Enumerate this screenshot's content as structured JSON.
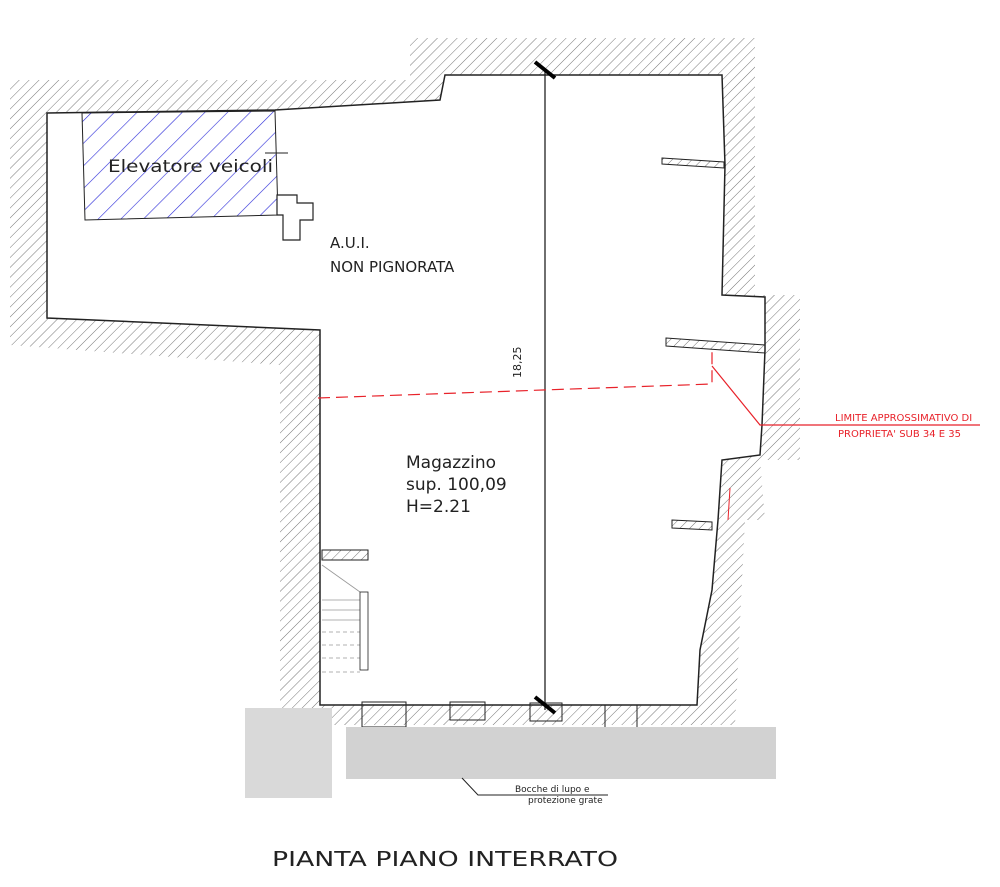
{
  "title": "PIANTA PIANO INTERRATO",
  "rooms": {
    "elevator": "Elevatore veicoli",
    "aui_line1": "A.U.I.",
    "aui_line2": "NON PIGNORATA",
    "main_name": "Magazzino",
    "main_area": "sup. 100,09",
    "main_height": "H=2.21"
  },
  "dimension": "18,25",
  "property_limit": {
    "line1": "LIMITE APPROSSIMATIVO DI",
    "line2": "PROPRIETA' SUB 34 E 35"
  },
  "note": {
    "line1": "Bocche di lupo e",
    "line2": "protezione grate"
  },
  "colors": {
    "wall": "#333333",
    "elevator_hatch": "#2b2bd9",
    "limit": "#e8222a"
  }
}
